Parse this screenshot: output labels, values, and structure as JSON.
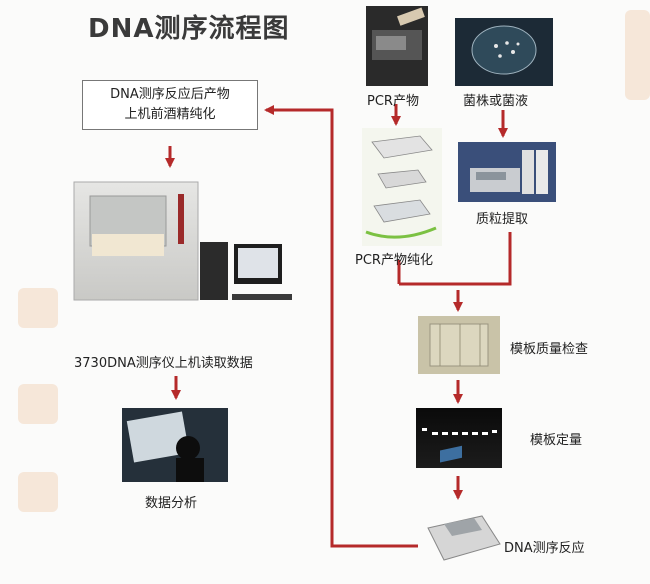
{
  "title": "DNA测序流程图",
  "steps": {
    "pcr_product": "PCR产物",
    "strain": "菌株或菌液",
    "pcr_purify": "PCR产物纯化",
    "plasmid_extract": "质粒提取",
    "template_check": "模板质量检查",
    "template_quant": "模板定量",
    "sequencing_reaction": "DNA测序反应",
    "purify_line1": "DNA测序反应后产物",
    "purify_line2": "上机前酒精纯化",
    "sequencer_read": "3730DNA测序仪上机读取数据",
    "data_analysis": "数据分析"
  },
  "colors": {
    "arrow": "#b52a2a",
    "dark": "#1a1a1a"
  }
}
